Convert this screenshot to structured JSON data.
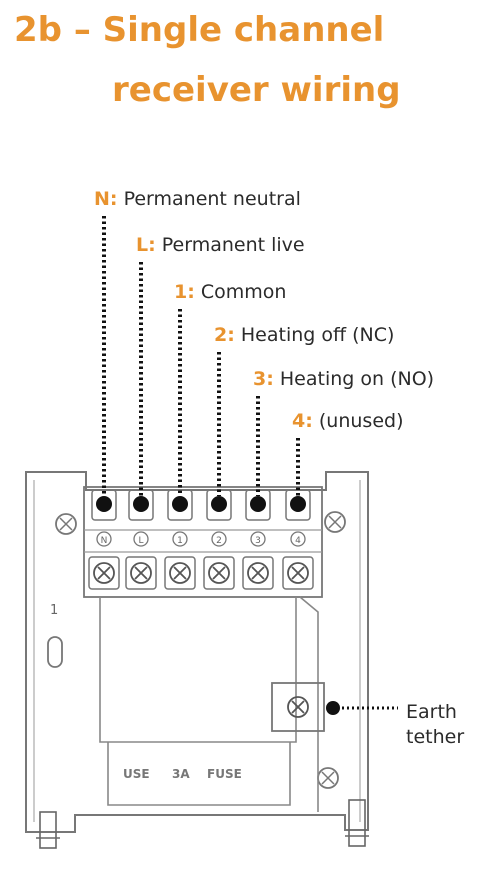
{
  "title": {
    "line1": "2b – Single channel",
    "line2": "receiver wiring"
  },
  "terminals": [
    {
      "key": "N",
      "desc": "Permanent neutral",
      "mark": "N"
    },
    {
      "key": "L",
      "desc": "Permanent live",
      "mark": "L"
    },
    {
      "key": "1",
      "desc": "Common",
      "mark": "1"
    },
    {
      "key": "2",
      "desc": "Heating off (NC)",
      "mark": "2"
    },
    {
      "key": "3",
      "desc": "Heating on (NO)",
      "mark": "3"
    },
    {
      "key": "4",
      "desc": "(unused)",
      "mark": "4"
    }
  ],
  "earth": {
    "line1": "Earth",
    "line2": "tether"
  },
  "plate": {
    "side_mark": "1",
    "fuse_text": [
      "USE",
      "3A",
      "FUSE"
    ]
  },
  "colors": {
    "accent": "#e8932f",
    "line": "#2b2b2b",
    "plate": "#777777"
  }
}
